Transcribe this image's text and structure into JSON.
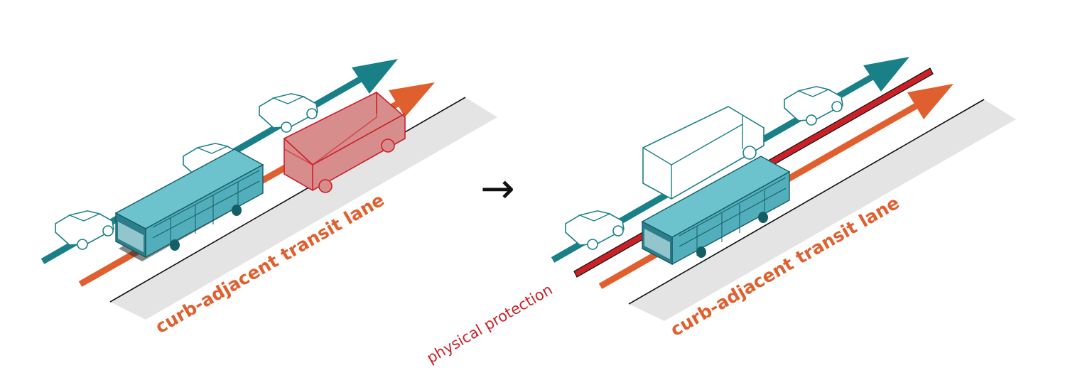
{
  "labels": {
    "before_lane": "curb-adjacent transit lane",
    "after_lane": "curb-adjacent transit lane",
    "protection": "physical protection",
    "transition_arrow": "→"
  },
  "colors": {
    "teal": "#1a8088",
    "bus_fill": "#52aebb",
    "bus_dark": "#2c7f8a",
    "orange": "#e05f2e",
    "red": "#cc2027",
    "truck_blocking": "#d88d8d",
    "curb_shadow": "#e4e4e4"
  },
  "icons": {
    "transition": "arrow-right-icon",
    "transit_vehicle": "bus-icon",
    "car": "car-icon",
    "truck": "truck-icon"
  }
}
